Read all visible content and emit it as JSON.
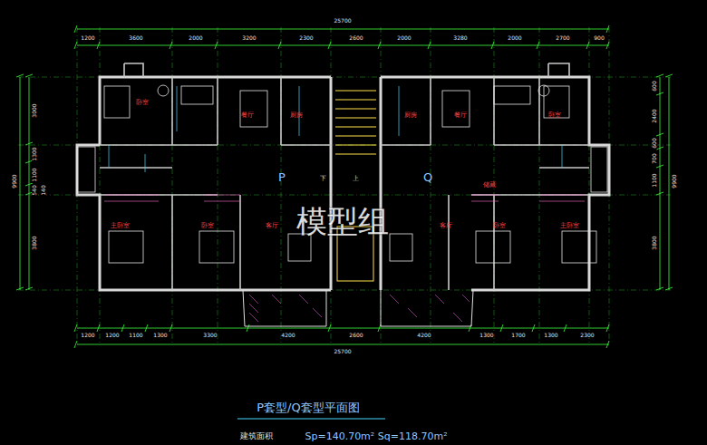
{
  "diagram": {
    "title": "P套型/Q套型平面图",
    "labels": [
      "25700",
      "1200",
      "3600",
      "2000",
      "3200",
      "2300",
      "2600",
      "2000",
      "3280",
      "2000",
      "2700",
      "900",
      "1200",
      "1200",
      "1100",
      "1300",
      "3300",
      "4200",
      "2600",
      "4200",
      "1300",
      "1700",
      "1300",
      "2300",
      "25700",
      "3000",
      "1300",
      "1100",
      "540",
      "140",
      "3800",
      "9900",
      "600",
      "2400",
      "600",
      "700",
      "1100",
      "3800",
      "9900",
      "卧室",
      "餐厅",
      "厨房",
      "主卧室",
      "卧室",
      "客厅",
      "P",
      "下",
      "上",
      "Q",
      "厨房",
      "餐厅",
      "卧室",
      "储藏",
      "卧室",
      "主卧室",
      "客厅",
      "模型组",
      "建筑面积",
      "Sp=140.70m² Sq=118.70m²"
    ]
  }
}
